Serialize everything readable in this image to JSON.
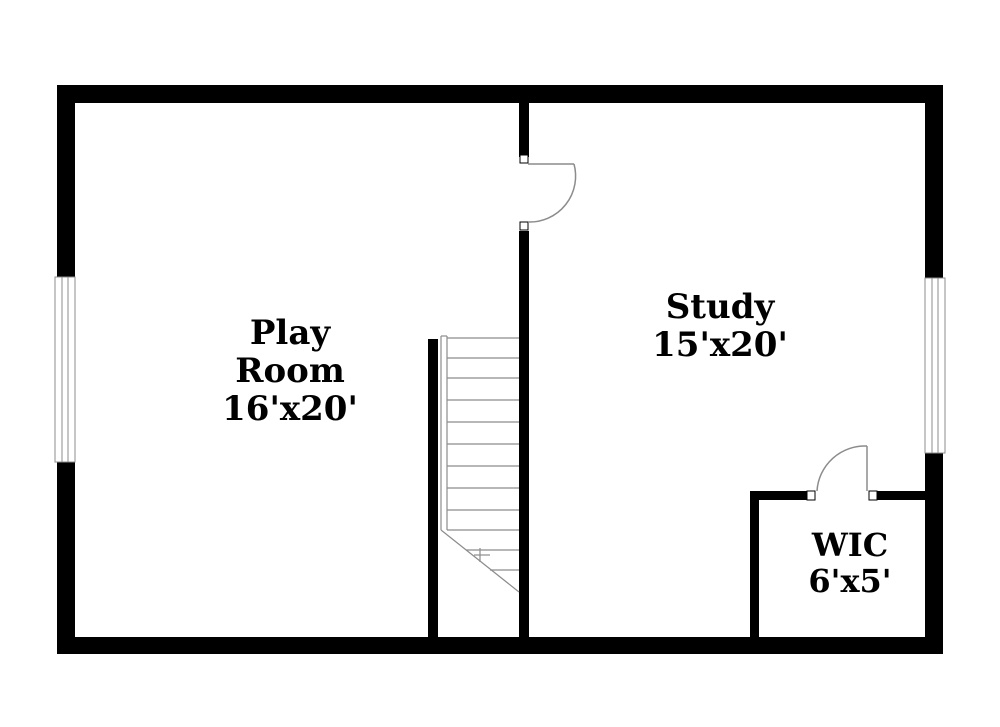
{
  "rooms": {
    "play_room": {
      "name_line1": "Play",
      "name_line2": "Room",
      "dimensions": "16'x20'"
    },
    "study": {
      "name": "Study",
      "dimensions": "15'x20'"
    },
    "wic": {
      "name": "WIC",
      "dimensions": "6'x5'"
    }
  },
  "watermark": {
    "text": ""
  },
  "colors": {
    "wall": "#000000",
    "background": "#ffffff",
    "stair_line": "#8c8c8c"
  },
  "icons": [
    "door-swing-icon",
    "window-icon",
    "staircase-icon"
  ]
}
